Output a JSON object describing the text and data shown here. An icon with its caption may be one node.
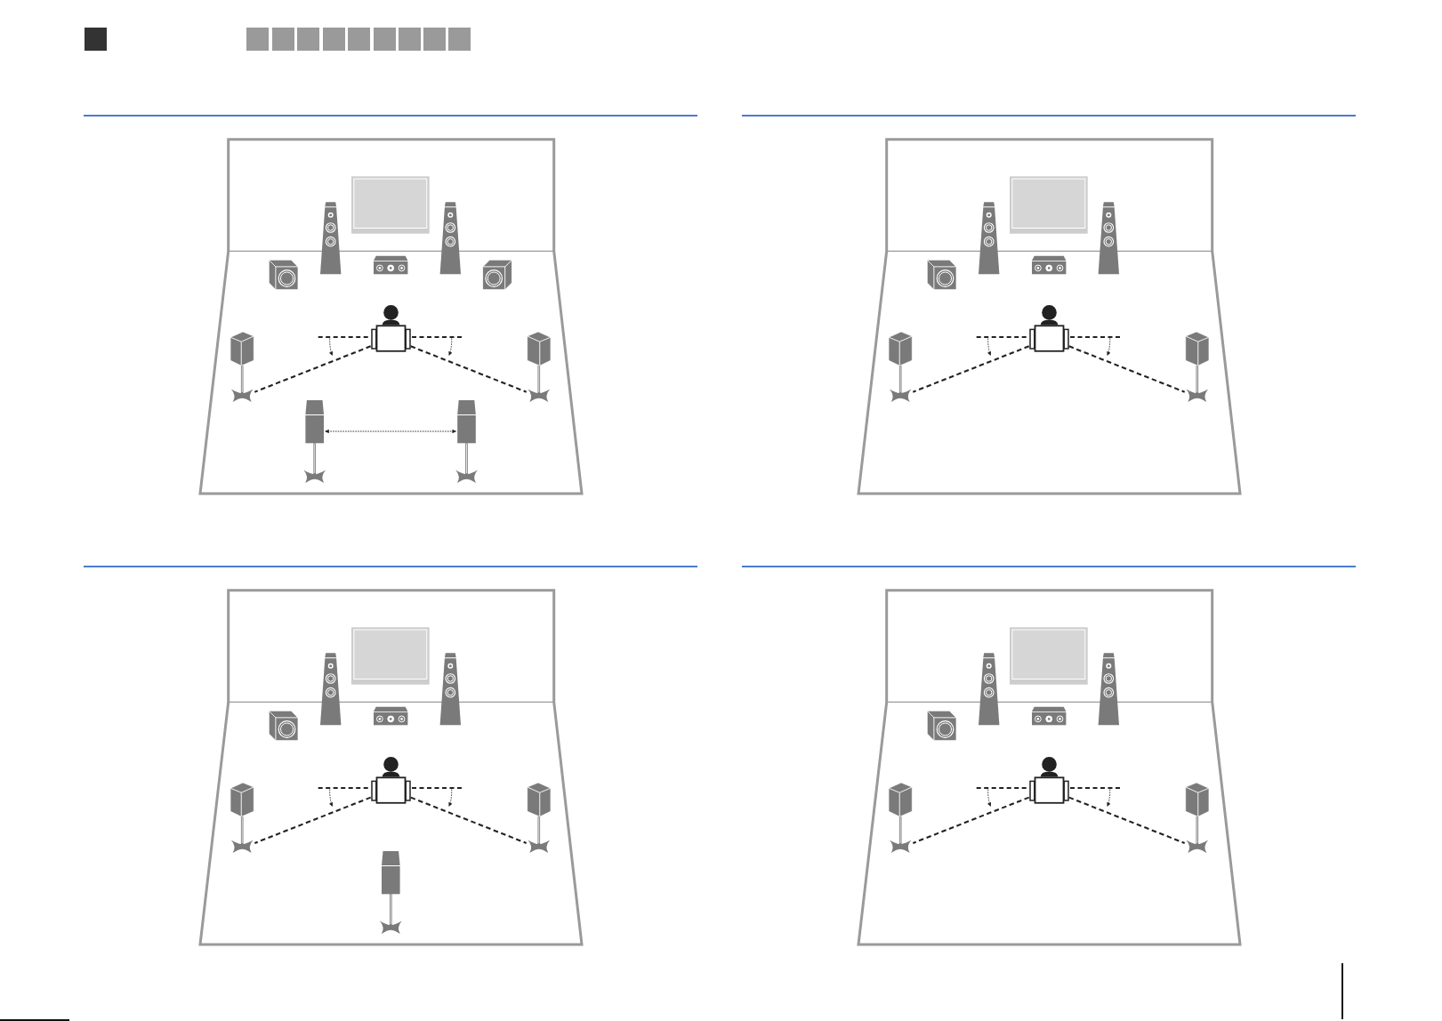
{
  "diagram": {
    "nodes": [
      {
        "text": [],
        "shape": "person"
      },
      {
        "text": [],
        "shape": "picture"
      },
      {
        "text": [],
        "shape": "picture"
      },
      {
        "text": [],
        "shape": "person"
      },
      {
        "text": [],
        "shape": "picture"
      },
      {
        "text": [],
        "shape": "picture"
      },
      {
        "text": [],
        "shape": "person"
      },
      {
        "text": [],
        "shape": "picture"
      },
      {
        "text": [],
        "shape": "picture"
      },
      {
        "text": [],
        "shape": "person"
      },
      {
        "text": [],
        "shape": "picture"
      },
      {
        "text": [],
        "shape": "picture"
      }
    ],
    "edges": [
      {
        "from": 0,
        "to": 1,
        "arrow": "none",
        "style": "dashed"
      },
      {
        "from": 0,
        "to": 2,
        "arrow": "none",
        "style": "dashed"
      },
      {
        "from": 3,
        "to": 4,
        "arrow": "none",
        "style": "dashed"
      },
      {
        "from": 3,
        "to": 5,
        "arrow": "none",
        "style": "dashed"
      },
      {
        "from": 6,
        "to": 7,
        "arrow": "none",
        "style": "dashed"
      },
      {
        "from": 6,
        "to": 8,
        "arrow": "none",
        "style": "dashed"
      },
      {
        "from": 9,
        "to": 10,
        "arrow": "none",
        "style": "dashed"
      },
      {
        "from": 9,
        "to": 11,
        "arrow": "none",
        "style": "dashed"
      }
    ]
  }
}
